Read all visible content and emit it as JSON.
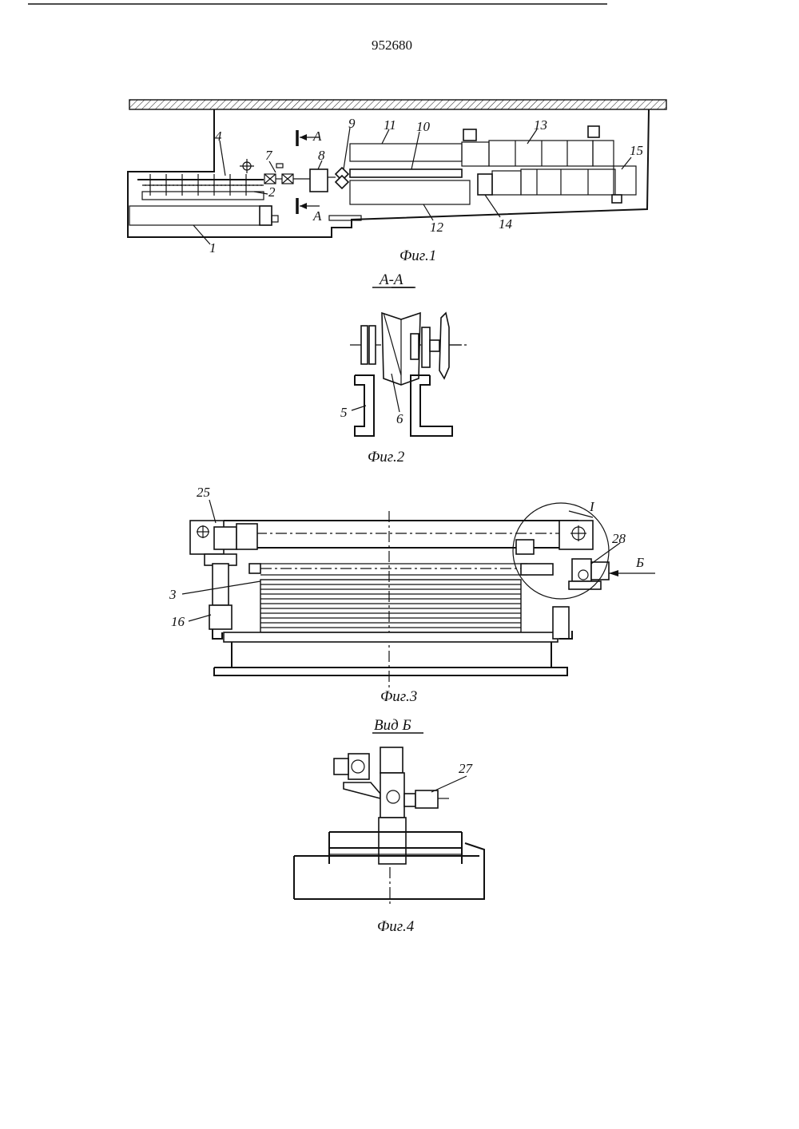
{
  "header": {
    "patent_number": "952680"
  },
  "fig1": {
    "caption": "Фиг.1",
    "section_marker": "А",
    "labels": [
      "1",
      "2",
      "4",
      "7",
      "8",
      "9",
      "10",
      "11",
      "12",
      "13",
      "14",
      "15"
    ]
  },
  "fig2": {
    "title": "А-А",
    "caption": "Фиг.2",
    "labels": [
      "5",
      "6"
    ]
  },
  "fig3": {
    "caption": "Фиг.3",
    "detail_mark": "I",
    "view_arrow": "Б",
    "labels": [
      "25",
      "28",
      "3",
      "16"
    ]
  },
  "fig4": {
    "title": "Вид Б",
    "caption": "Фиг.4",
    "labels": [
      "27"
    ]
  }
}
